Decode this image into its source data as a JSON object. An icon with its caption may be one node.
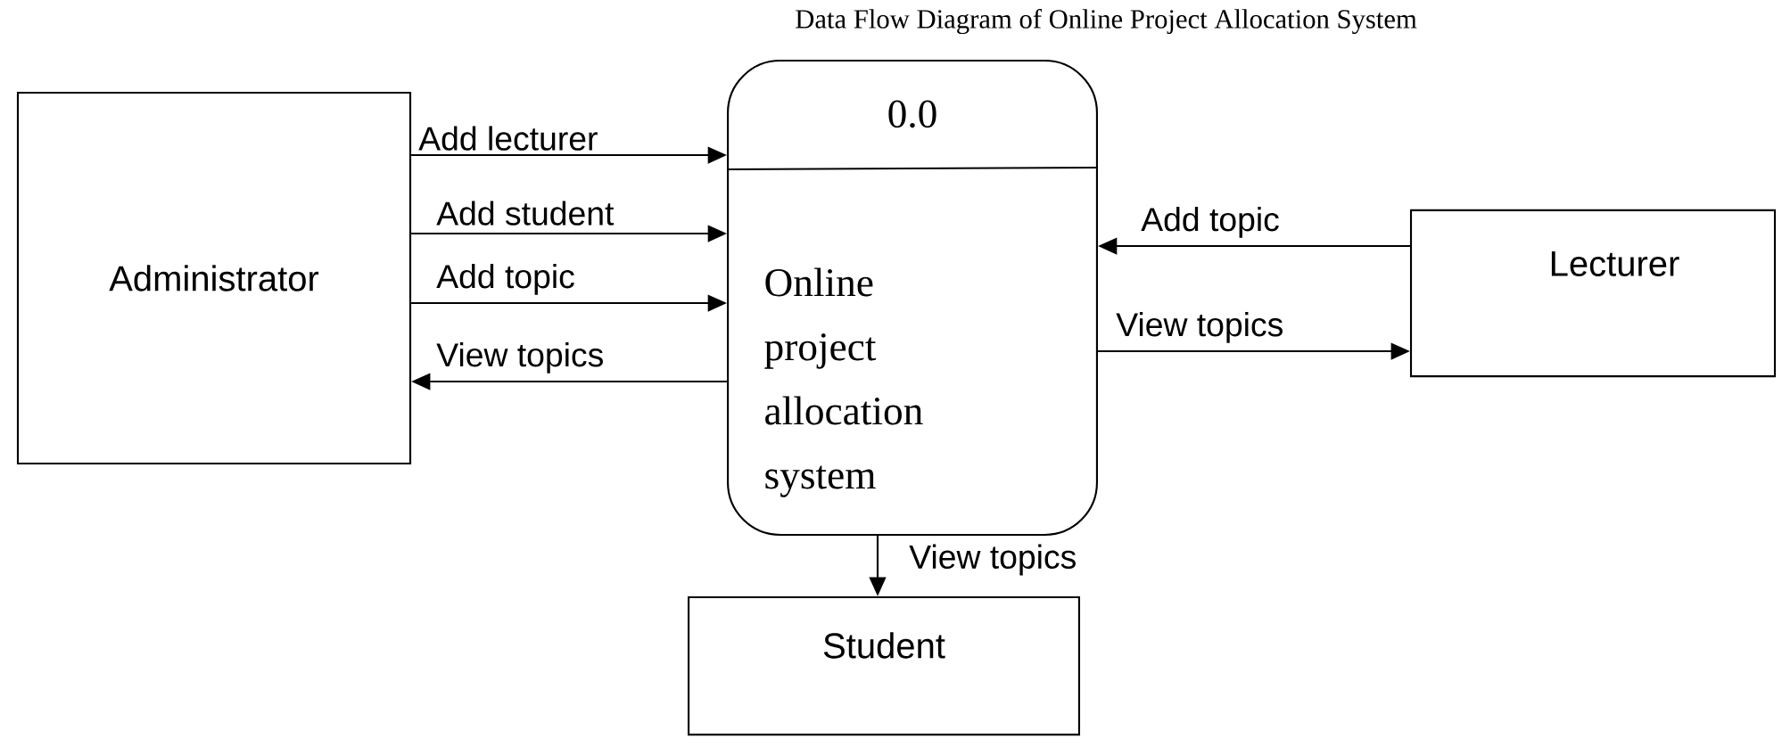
{
  "diagram": {
    "title": "Data Flow Diagram of Online Project Allocation System",
    "nodes": [
      {
        "text": [
          "Administrator"
        ]
      },
      {
        "text": [
          "0.0",
          "Online project allocation system"
        ]
      },
      {
        "text": [
          "Lecturer"
        ]
      },
      {
        "text": [
          "Student"
        ]
      }
    ],
    "edges": [
      {
        "from": 0,
        "to": 1,
        "arrow": "to",
        "label": "Add lecturer"
      },
      {
        "from": 0,
        "to": 1,
        "arrow": "to",
        "label": "Add student"
      },
      {
        "from": 0,
        "to": 1,
        "arrow": "to",
        "label": "Add topic"
      },
      {
        "from": 1,
        "to": 0,
        "arrow": "to",
        "label": "View topics"
      },
      {
        "from": 2,
        "to": 1,
        "arrow": "to",
        "label": "Add topic"
      },
      {
        "from": 1,
        "to": 2,
        "arrow": "to",
        "label": "View topics"
      },
      {
        "from": 1,
        "to": 3,
        "arrow": "to",
        "label": "View topics"
      }
    ]
  }
}
